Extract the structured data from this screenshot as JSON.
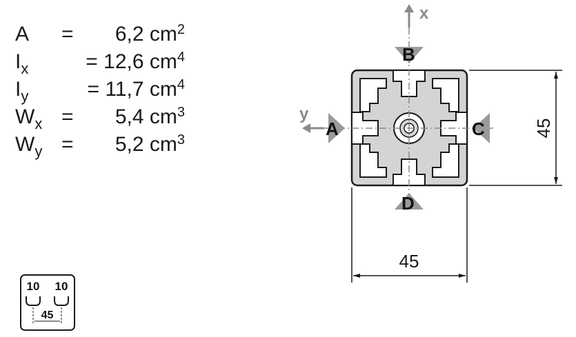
{
  "properties": [
    {
      "symbol": "A",
      "sub": "",
      "eq": "=",
      "value": "6,2 cm",
      "exp": "2"
    },
    {
      "symbol": "I",
      "sub": "x",
      "eq": "= 12,6 cm",
      "value": "",
      "exp": "4"
    },
    {
      "symbol": "I",
      "sub": "y",
      "eq": "= 11,7 cm",
      "value": "",
      "exp": "4"
    },
    {
      "symbol": "W",
      "sub": "x",
      "eq": "=",
      "value": "5,4 cm",
      "exp": "3"
    },
    {
      "symbol": "W",
      "sub": "y",
      "eq": "=",
      "value": "5,2 cm",
      "exp": "3"
    }
  ],
  "drawing": {
    "axis_x": "x",
    "axis_y": "y",
    "side_labels": {
      "a": "A",
      "b": "B",
      "c": "C",
      "d": "D"
    },
    "dim_width": "45",
    "dim_height": "45"
  },
  "slot_icon": {
    "left": "10",
    "right": "10",
    "span": "45"
  },
  "colors": {
    "profile_fill": "#d4d4d4",
    "outline": "#1a1a1a",
    "indicator": "#9a9a9a"
  }
}
